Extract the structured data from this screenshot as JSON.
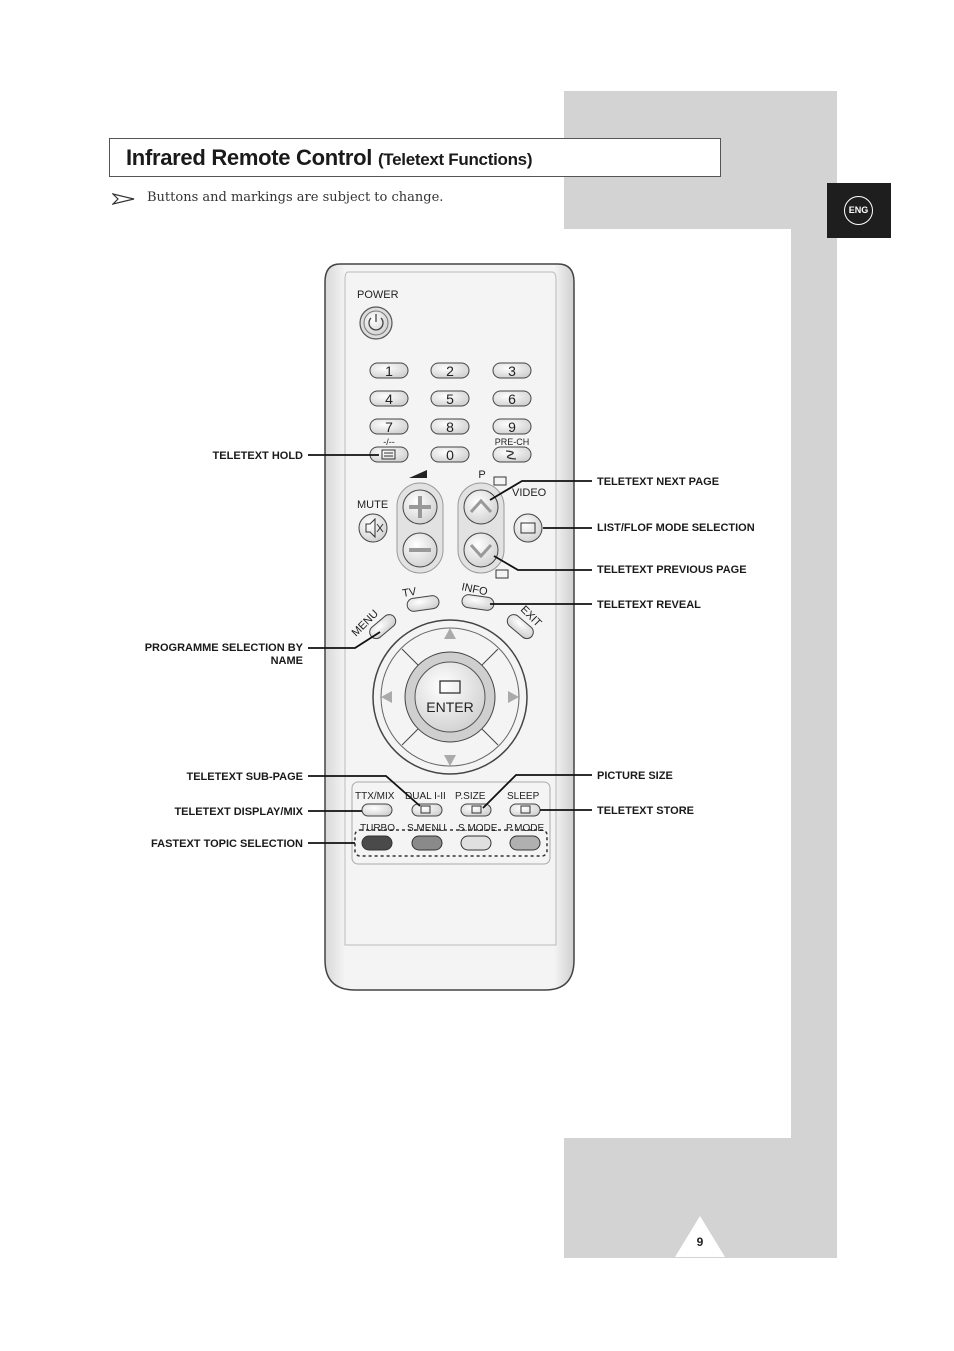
{
  "header": {
    "title_main": "Infrared Remote Control",
    "title_sub": "(Teletext Functions)",
    "note": "Buttons and markings are subject to change."
  },
  "language_tab": "ENG",
  "page_number": "9",
  "labels_left": {
    "teletext_hold": "TELETEXT HOLD",
    "programme_selection_line1": "PROGRAMME SELECTION BY",
    "programme_selection_line2": "NAME",
    "teletext_sub_page": "TELETEXT SUB-PAGE",
    "teletext_display_mix": "TELETEXT DISPLAY/MIX",
    "fastext_topic_selection": "FASTEXT TOPIC SELECTION"
  },
  "labels_right": {
    "teletext_next_page": "TELETEXT NEXT PAGE",
    "list_flof": "LIST/FLOF MODE SELECTION",
    "teletext_previous_page": "TELETEXT PREVIOUS PAGE",
    "teletext_reveal": "TELETEXT REVEAL",
    "picture_size": "PICTURE SIZE",
    "teletext_store": "TELETEXT STORE"
  },
  "remote": {
    "power": "POWER",
    "digits": [
      "1",
      "2",
      "3",
      "4",
      "5",
      "6",
      "7",
      "8",
      "9",
      "0"
    ],
    "dash": "-/--",
    "prech": "PRE-CH",
    "p": "P",
    "video": "VIDEO",
    "mute": "MUTE",
    "tv": "TV",
    "info": "INFO",
    "menu": "MENU",
    "exit": "EXIT",
    "enter": "ENTER",
    "ttx_mix": "TTX/MIX",
    "dual": "DUAL I-II",
    "psize": "P.SIZE",
    "sleep": "SLEEP",
    "turbo": "TURBO",
    "smenu": "S.MENU",
    "smode": "S.MODE",
    "pmode": "P.MODE"
  },
  "colors": {
    "grey_panel": "#d3d3d4",
    "tab_black": "#1e1e1e",
    "fastext_red": "#4a4a4a",
    "fastext_green": "#8a8a8a",
    "fastext_yellow": "#e0e0e0",
    "fastext_blue": "#b0b0b0"
  }
}
